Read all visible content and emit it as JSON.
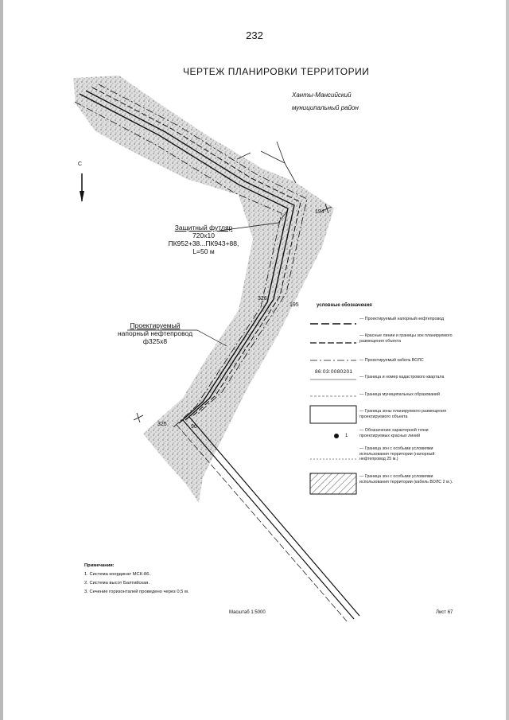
{
  "page": {
    "number": "232",
    "title": "ЧЕРТЕЖ ПЛАНИРОВКИ ТЕРРИТОРИИ",
    "district_line1": "Ханты-Мансийский",
    "district_line2": "муниципальный район"
  },
  "callouts": {
    "casing_title": "Защитный футляр",
    "casing_size": "720х10",
    "casing_pk": "ПК952+38...ПК943+88,",
    "casing_length": "L=50 м",
    "pipeline_title": "Проектируемый",
    "pipeline_line2": "напорный нефтепровод",
    "pipeline_diam": "ф325х8"
  },
  "map_labels": {
    "north": "С",
    "pt_194": "194",
    "pt_195": "195",
    "pt_326": "326",
    "pt_96": "96",
    "pt_325": "325"
  },
  "legend": {
    "title": "условные обозначения",
    "items": [
      "— Проектируемый напорный нефтепровод",
      "— Красные линии и границы зон планируемого размещения объекта",
      "— Проектируемый кабель ВОЛС",
      "— Граница и номер кадастрового квартала",
      "— Граница муниципальных образований",
      "— Граница зоны планируемого размещения проектируемого объекта",
      "— Обозначение характерной точки проектируемых красных линий",
      "— Граница зон с особыми условиями использования территории (напорный нефтепровод 25 м.)",
      "— Граница зон с особыми условиями использования территории (кабель ВОЛС 2 м.)."
    ],
    "cadastral_number": "86:03:0080201",
    "point_label": "1"
  },
  "notes": {
    "heading": "Примечания:",
    "items": [
      "1. Система координат МСК-86.",
      "2. Система высот Балтийская.",
      "3. Сечение горизонталей проведено через 0,5 м."
    ]
  },
  "footer": {
    "scale": "Масштаб 1:5000",
    "sheet": "Лист 67"
  }
}
